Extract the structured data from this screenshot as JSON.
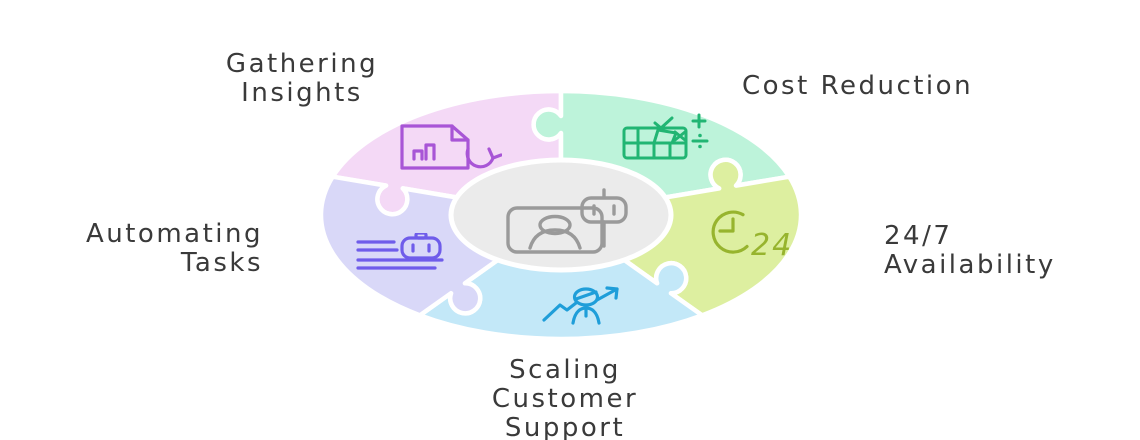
{
  "diagram": {
    "type": "puzzle-wheel-infographic",
    "background_color": "#ffffff",
    "text_color": "#3a3a3a",
    "center": {
      "icon": "human-robot-collaboration-icon",
      "circle_color": "#ebebeb",
      "icon_color": "#9a9a9a"
    },
    "segments": [
      {
        "id": "gathering-insights",
        "label": "Gathering\nInsights",
        "position": "top-left",
        "fill_color": "#f4d9f6",
        "icon": "report-refresh-icon",
        "icon_color": "#a855d6"
      },
      {
        "id": "cost-reduction",
        "label": "Cost Reduction",
        "position": "top-right",
        "fill_color": "#bdf3da",
        "icon": "spreadsheet-math-icon",
        "icon_color": "#21b573"
      },
      {
        "id": "availability",
        "label": "24/7\nAvailability",
        "position": "right",
        "fill_color": "#ddefa0",
        "icon": "clock-24-icon",
        "icon_color": "#97b42e",
        "clock_text": "24"
      },
      {
        "id": "scaling-customer-support",
        "label": "Scaling\nCustomer\nSupport",
        "position": "bottom",
        "fill_color": "#c3e8f8",
        "icon": "customer-growth-icon",
        "icon_color": "#1f9ed9"
      },
      {
        "id": "automating-tasks",
        "label": "Automating\nTasks",
        "position": "left",
        "fill_color": "#d9d8f8",
        "icon": "task-automation-robot-icon",
        "icon_color": "#6f5cea"
      }
    ]
  }
}
